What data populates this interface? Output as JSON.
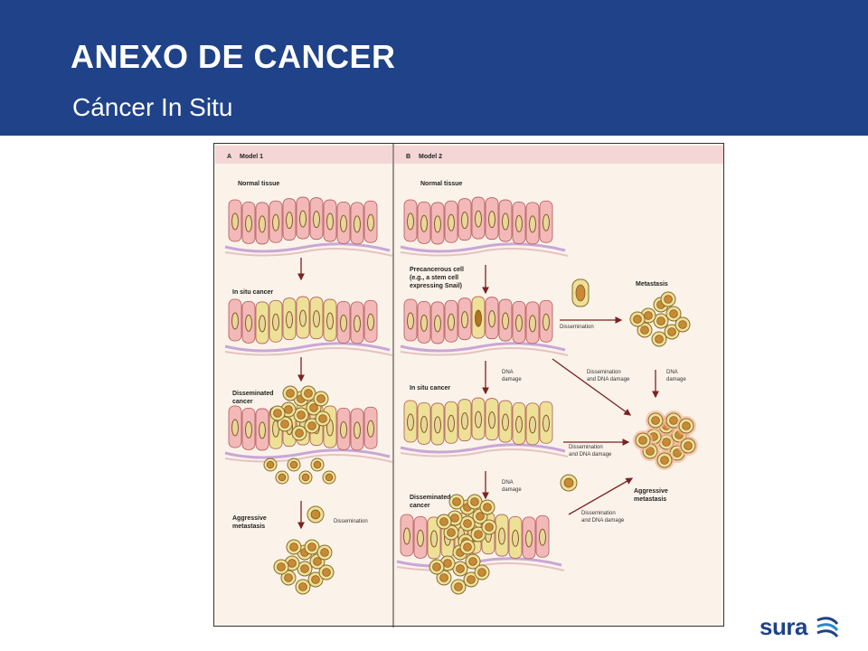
{
  "header": {
    "title": "ANEXO DE CANCER",
    "subtitle": "Cáncer In Situ"
  },
  "figure": {
    "panel_a": {
      "letter": "A",
      "model": "Model 1",
      "labels": {
        "normal": "Normal tissue",
        "insitu": "In situ cancer",
        "disseminated_1": "Disseminated",
        "disseminated_2": "cancer",
        "aggressive_1": "Aggressive",
        "aggressive_2": "metastasis",
        "dissemination": "Dissemination"
      }
    },
    "panel_b": {
      "letter": "B",
      "model": "Model 2",
      "labels": {
        "normal": "Normal tissue",
        "precancer_1": "Precancerous cell",
        "precancer_2": "(e.g., a stem cell",
        "precancer_3": "expressing Snail)",
        "insitu": "In situ cancer",
        "disseminated_1": "Disseminated",
        "disseminated_2": "cancer",
        "metastasis": "Metastasis",
        "dissemination": "Dissemination",
        "dna_1": "DNA",
        "dna_2": "damage",
        "diss_dna_1": "Dissemination",
        "diss_dna_2": "and DNA damage",
        "aggressive_1": "Aggressive",
        "aggressive_2": "metastasis"
      }
    },
    "colors": {
      "normal_cell": "#f3b9b9",
      "cancer_cell": "#ede197",
      "nucleus": "#8a5a2a",
      "arrow": "#7a2222"
    }
  },
  "logo": {
    "text": "sura"
  }
}
